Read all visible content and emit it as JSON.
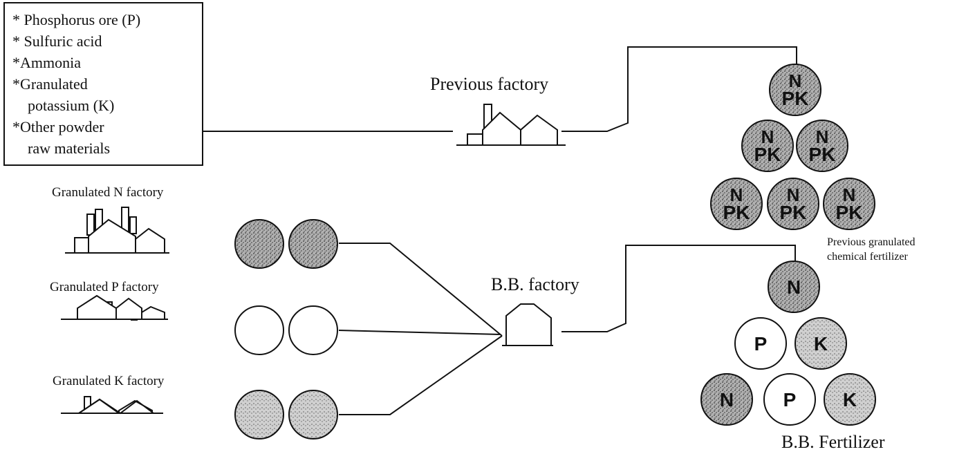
{
  "raw_materials": [
    "* Phosphorus ore (P)",
    "* Sulfuric acid",
    "*Ammonia",
    "*Granulated",
    "potassium (K)",
    "*Other powder",
    "raw materials"
  ],
  "factories": {
    "previous": "Previous factory",
    "n": "Granulated N factory",
    "p": "Granulated P factory",
    "k": "Granulated K factory",
    "bb": "B.B. factory"
  },
  "products": {
    "previous_caption_1": "Previous granulated",
    "previous_caption_2": "chemical fertilizer",
    "bb_caption": "B.B. Fertilizer"
  },
  "granule_labels": {
    "n": "N",
    "pk": "PK",
    "p": "P",
    "k": "K"
  },
  "colors": {
    "n_granule": "#9a9a9a",
    "p_granule": "#ffffff",
    "k_granule": "#b8b8b8"
  }
}
